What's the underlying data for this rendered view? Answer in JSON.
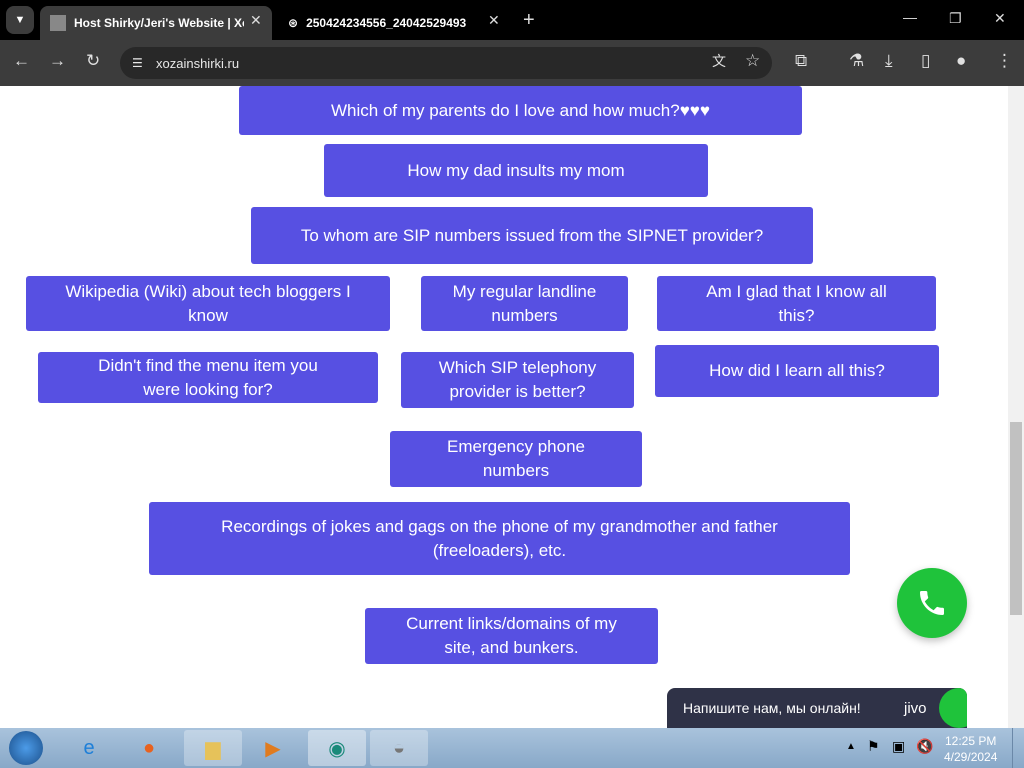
{
  "browser": {
    "tabs": [
      {
        "title": "Host Shirky/Jeri's Website | Xo",
        "active": true
      },
      {
        "title": "250424234556_24042529493",
        "active": false
      }
    ],
    "url": "xozainshirki.ru"
  },
  "menu_buttons": [
    "Which of my parents do I love and how much?♥♥♥",
    "How my dad insults my mom",
    "To whom are SIP numbers issued from the SIPNET provider?",
    "Wikipedia (Wiki) about tech bloggers I know",
    "My regular landline numbers",
    "Am I glad that I know all this?",
    "Didn't find the menu item you were looking for?",
    "Which SIP telephony provider is better?",
    "How did I learn all this?",
    "Emergency phone numbers",
    "Recordings of jokes and gags on the phone of my grandmother and father (freeloaders), etc.",
    "Current links/domains of my site, and bunkers."
  ],
  "chat": {
    "text": "Напишите нам, мы онлайн!",
    "brand": "jivo"
  },
  "clock": {
    "time": "12:25 PM",
    "date": "4/29/2024"
  },
  "colors": {
    "button": "#5750e2",
    "phone": "#1fc33b"
  }
}
